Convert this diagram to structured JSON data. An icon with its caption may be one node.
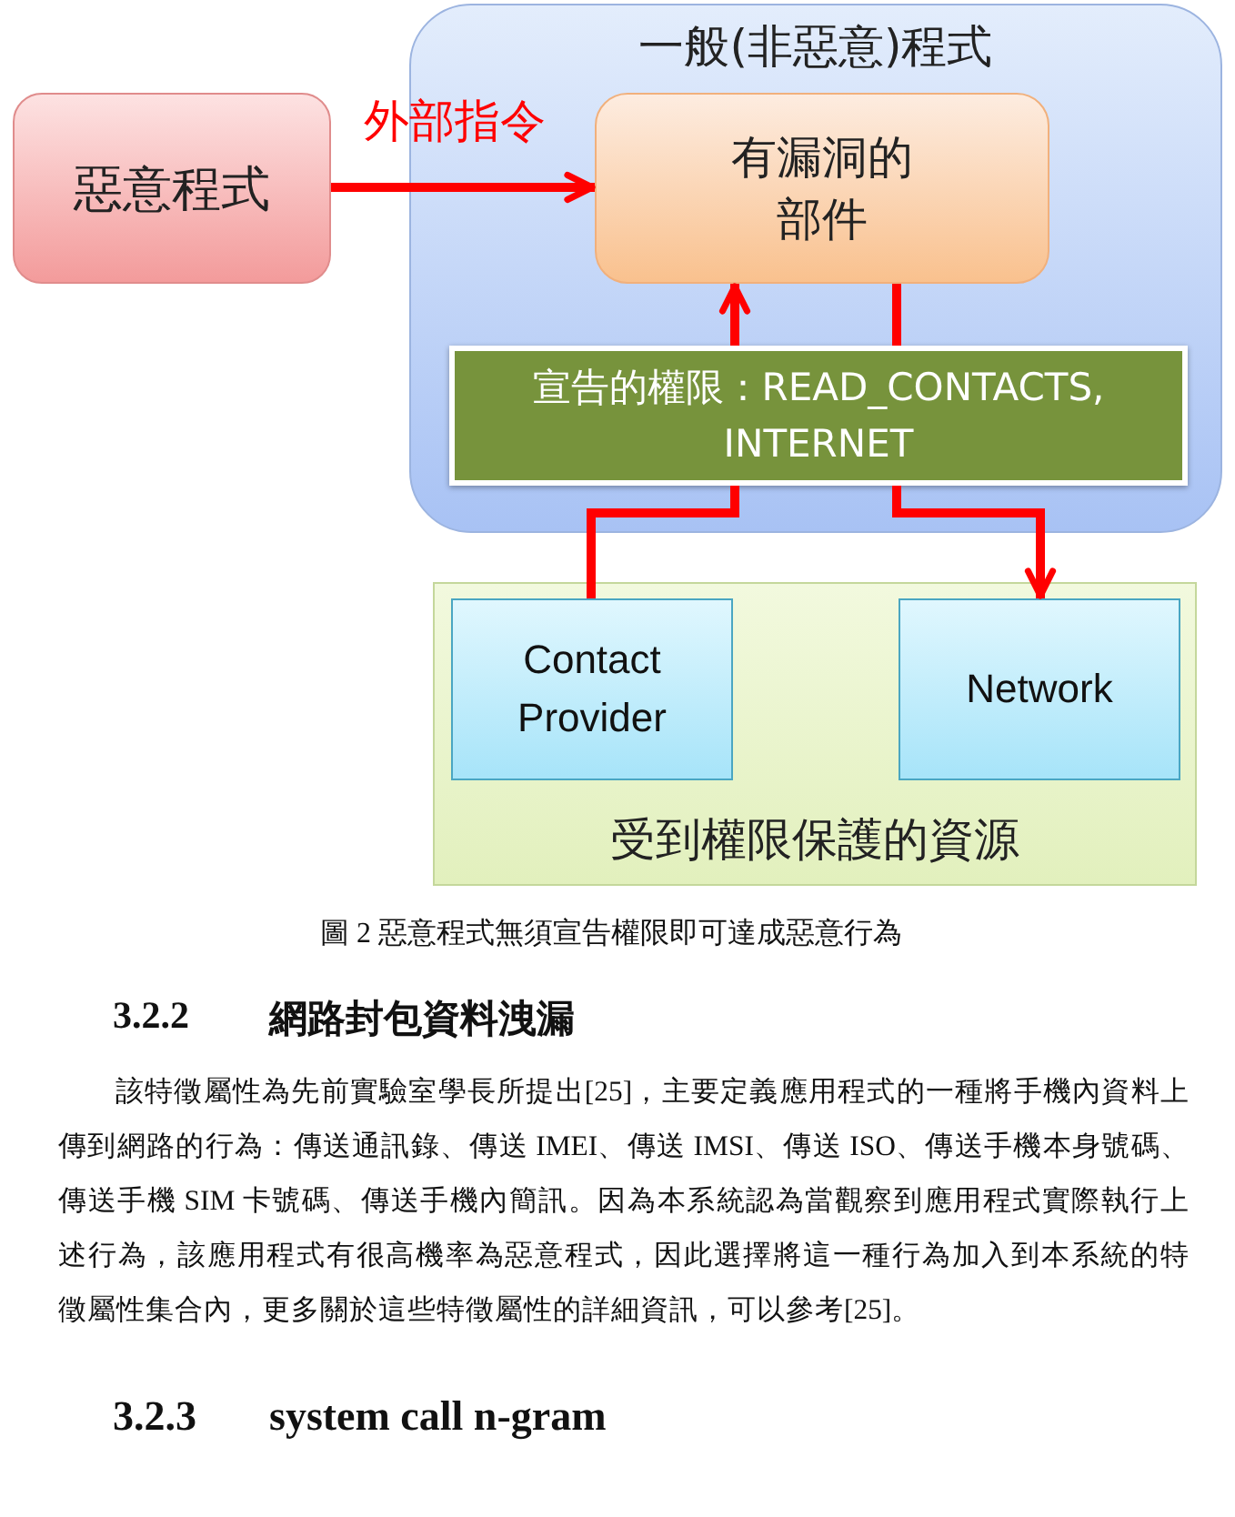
{
  "diagram": {
    "caption": "圖 2 惡意程式無須宣告權限即可達成惡意行為",
    "nodes": [
      {
        "text": [
          "一般(非惡意)程式"
        ]
      },
      {
        "text": [
          "惡意程式"
        ]
      },
      {
        "text": [
          "有漏洞的部件"
        ],
        "in": 0
      },
      {
        "text": [
          "宣告的權限：READ_CONTACTS, INTERNET"
        ],
        "in": 0
      },
      {
        "text": [
          "受到權限保護的資源"
        ]
      },
      {
        "text": [
          "Contact Provider"
        ],
        "in": 4
      },
      {
        "text": [
          "Network"
        ],
        "in": 4
      }
    ],
    "edges": [
      {
        "from": 1,
        "to": 2,
        "arrow": "to",
        "label": "外部指令"
      },
      {
        "from": 5,
        "to": 3,
        "arrow": "none"
      },
      {
        "from": 3,
        "to": 2,
        "arrow": "to"
      },
      {
        "from": 2,
        "to": 3,
        "arrow": "none"
      },
      {
        "from": 3,
        "to": 6,
        "arrow": "to"
      }
    ],
    "labels": [
      "3.2.2",
      "網路封包資料洩漏",
      "該特徵屬性為先前實驗室學長所提出[25]，主要定義應用程式的一種將手機內資料上傳到網路的行為：傳送通訊錄、傳送 IMEI、傳送 IMSI、傳送 ISO、傳送手機本身號碼、傳送手機 SIM 卡號碼、傳送手機內簡訊。因為本系統認為當觀察到應用程式實際執行上述行為，該應用程式有很高機率為惡意程式，因此選擇將這一種行為加入到本系統的特徵屬性集合內，更多關於這些特徵屬性的詳細資訊，可以參考[25]。",
      "3.2.3",
      "system call n-gram"
    ]
  }
}
